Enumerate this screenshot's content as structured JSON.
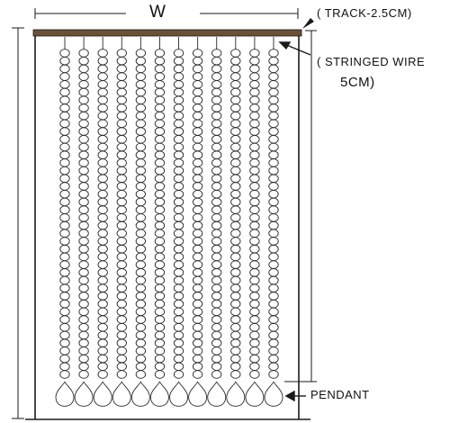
{
  "labels": {
    "width": "W",
    "track": "( TRACK-2.5CM)",
    "wire": "( STRINGED WIRE",
    "wire_size": "5CM)",
    "pendant": "PENDANT"
  },
  "diagram": {
    "strand_count": 12,
    "beads_per_strand": 42,
    "pendants_per_strand": 1
  },
  "colors": {
    "track": "#6b5136",
    "line": "#1a1a1a",
    "background": "#ffffff"
  }
}
